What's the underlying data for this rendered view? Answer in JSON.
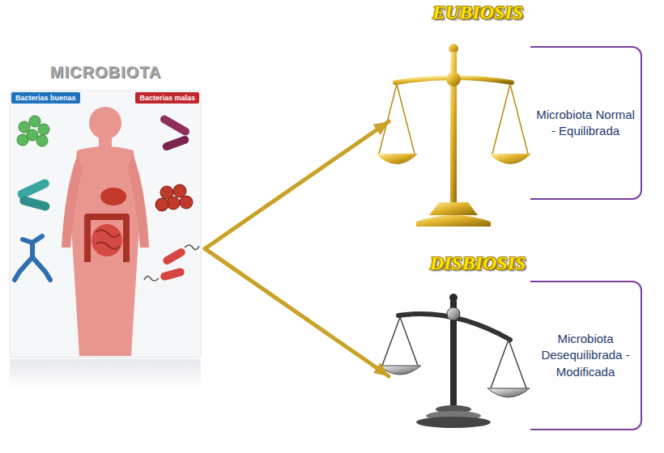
{
  "diagram": {
    "nodes": [
      {
        "text": [
          "MICROBIOTA"
        ]
      },
      {
        "text": [
          "EUBIOSIS",
          "Microbiota Normal - Equilibrada"
        ]
      },
      {
        "text": [
          "DISBIOSIS",
          "Microbiota Desequilibrada - Modificada"
        ]
      }
    ],
    "edges": [
      {
        "from": 0,
        "to": 1,
        "arrow": "to"
      },
      {
        "from": 0,
        "to": 2,
        "arrow": "to"
      }
    ],
    "labels": [
      "Bacterias buenas",
      "Bacterias malas"
    ]
  }
}
